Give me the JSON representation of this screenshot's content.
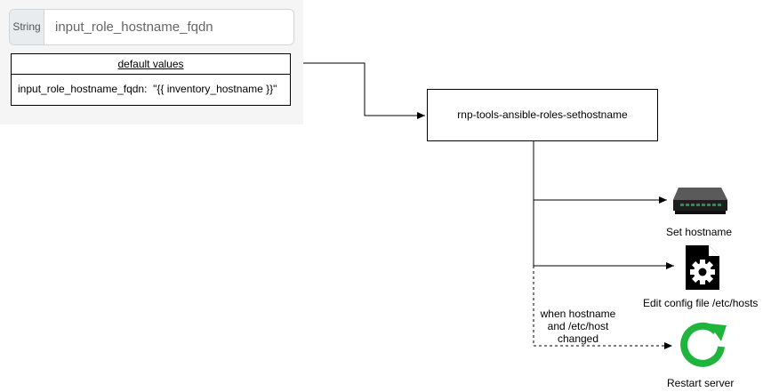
{
  "input": {
    "prefix": "String",
    "value": "input_role_hostname_fqdn"
  },
  "defaults": {
    "header": "default values",
    "row": "input_role_hostname_fqdn:  \"{{ inventory_hostname }}\""
  },
  "role_node": {
    "label": "rnp-tools-ansible-roles-sethostname"
  },
  "tasks": [
    {
      "label": "Set hostname",
      "icon": "network-switch-icon"
    },
    {
      "label": "Edit config file /etc/hosts",
      "icon": "config-file-gear-icon"
    },
    {
      "label": "Restart server",
      "icon": "restart-icon"
    }
  ],
  "conditional_edge": {
    "label_line1": "when hostname",
    "label_line2": "and /etc/host",
    "label_line3": "changed"
  },
  "colors": {
    "restart_green": "#1fb53c",
    "panel_bg": "#f5f5f5"
  }
}
